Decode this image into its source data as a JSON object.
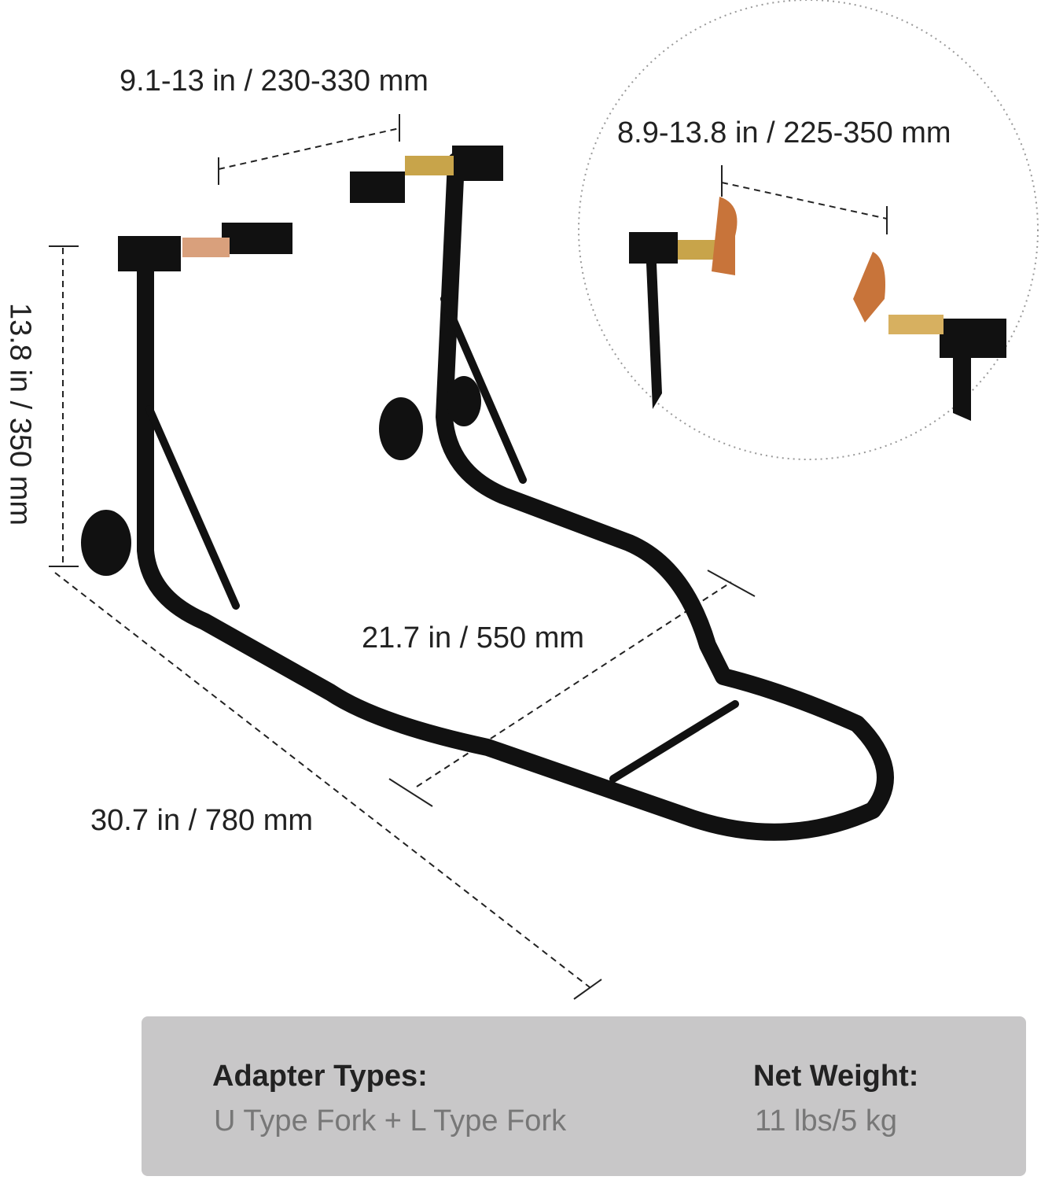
{
  "dimensions": {
    "pad_width": "9.1-13 in / 230-330 mm",
    "fork_width": "8.9-13.8 in / 225-350 mm",
    "height": "13.8 in / 350 mm",
    "inner_width": "21.7 in / 550 mm",
    "length": "30.7 in / 780 mm"
  },
  "specs": {
    "adapter_label": "Adapter Types:",
    "adapter_value": "U Type Fork + L Type Fork",
    "weight_label": "Net Weight:",
    "weight_value": "11 lbs/5 kg"
  },
  "colors": {
    "frame": "#111111",
    "adapter": "#c8743a",
    "panel": "#c8c7c8"
  }
}
